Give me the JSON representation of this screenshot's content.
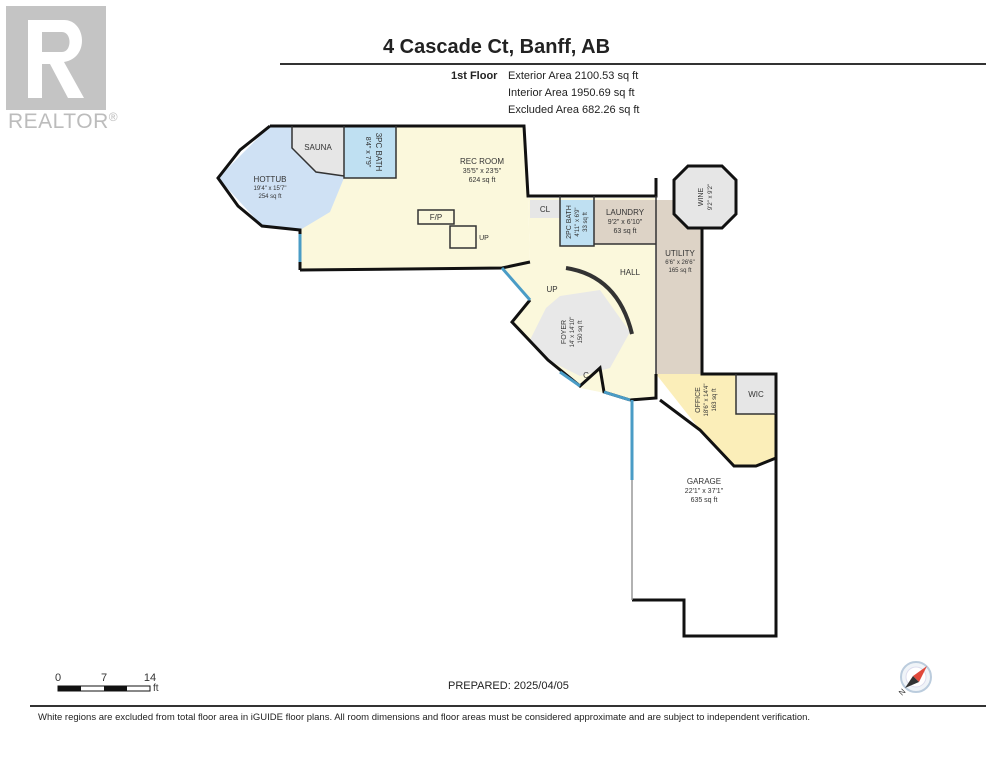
{
  "header": {
    "title": "4 Cascade Ct, Banff, AB",
    "floor_label": "1st Floor",
    "exterior_area": "Exterior Area 2100.53 sq ft",
    "interior_area": "Interior Area 1950.69 sq ft",
    "excluded_area": "Excluded Area 682.26 sq ft"
  },
  "logo": {
    "text": "REALTOR",
    "mark": "®"
  },
  "rooms": {
    "sauna": "SAUNA",
    "bath3": {
      "name": "3PC BATH",
      "dims": "8'4\" x 7'9\""
    },
    "hottub": {
      "name": "HOTTUB",
      "dims": "19'4\" x 15'7\"",
      "area": "254 sq ft"
    },
    "rec": {
      "name": "REC ROOM",
      "dims": "35'5\" x 23'5\"",
      "area": "624 sq ft"
    },
    "fp": "F/P",
    "up1": "UP",
    "cl": "CL",
    "bath2": {
      "name": "2PC BATH",
      "dims": "4'11\" x 6'9\"",
      "area": "33 sq ft"
    },
    "laundry": {
      "name": "LAUNDRY",
      "dims": "9'2\" x 6'10\"",
      "area": "63 sq ft"
    },
    "wine": {
      "name": "WINE",
      "dims": "9'2\" x 9'2\""
    },
    "utility": {
      "name": "UTILITY",
      "dims": "6'6\" x 26'6\"",
      "area": "165 sq ft"
    },
    "hall": "HALL",
    "up2": "UP",
    "foyer": {
      "name": "FOYER",
      "dims": "14' x 14'10\"",
      "area": "150 sq ft"
    },
    "c": "C",
    "office": {
      "name": "OFFICE",
      "dims": "18'6\" x 14'4\"",
      "area": "163 sq ft"
    },
    "wic": "WIC",
    "garage": {
      "name": "GARAGE",
      "dims": "22'1\" x 37'1\"",
      "area": "635 sq ft"
    }
  },
  "scale": {
    "ticks": [
      "0",
      "7",
      "14"
    ],
    "unit": "ft"
  },
  "compass": {
    "label": "N"
  },
  "footer": {
    "prepared": "PREPARED: 2025/04/05",
    "disclaimer": "White regions are excluded from total floor area in iGUIDE floor plans. All room dimensions and floor areas must be considered approximate and are subject to independent verification."
  },
  "colors": {
    "floor": "#fbf8dc",
    "hottub": "#cfe1f4",
    "bath": "#bfe0f2",
    "tan": "#ddd3c6",
    "office": "#fbeeb9",
    "grey": "#e6e6e6",
    "window": "#4a9cc6",
    "wall": "#111111"
  }
}
